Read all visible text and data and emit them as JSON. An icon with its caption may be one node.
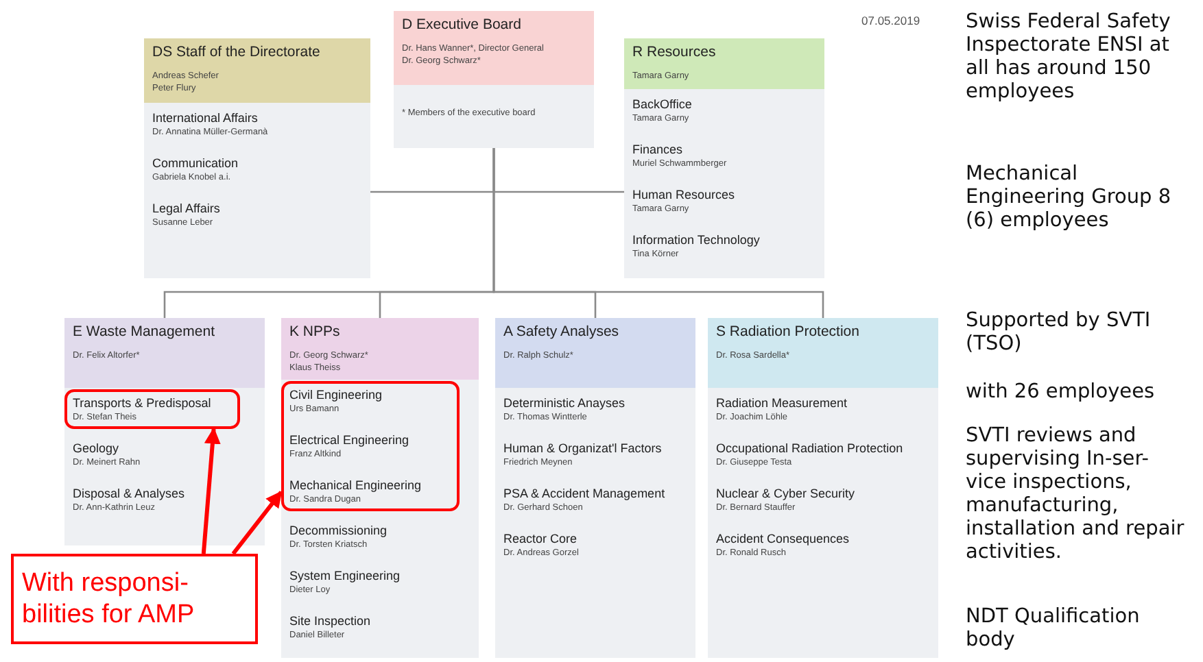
{
  "diagram": {
    "nodes": [
      {
        "text": [
          "D Executive Board",
          "Dr. Hans Wanner*, Director General",
          "Dr. Georg Schwarz*",
          "* Members of the executive board"
        ]
      },
      {
        "text": [
          "DS Staff of the Directorate",
          "Andreas Schefer",
          "Peter Flury",
          "International Affairs",
          "Dr. Annatina Müller-Germanà",
          "Communication",
          "Gabriela Knobel a.i.",
          "Legal Affairs",
          "Susanne Leber"
        ]
      },
      {
        "text": [
          "R Resources",
          "Tamara Garny",
          "BackOffice",
          "Tamara Garny",
          "Finances",
          "Muriel Schwammberger",
          "Human Resources",
          "Tamara Garny",
          "Information Technology",
          "Tina Körner"
        ]
      },
      {
        "text": [
          "E Waste Management",
          "Dr. Felix Altorfer*",
          "Geology",
          "Dr. Meinert Rahn",
          "Disposal & Analyses",
          "Dr. Ann-Kathrin Leuz"
        ]
      },
      {
        "text": [
          "Transports & Predisposal",
          "Dr. Stefan Theis"
        ],
        "in": 3
      },
      {
        "text": [
          "K NPPs",
          "Dr. Georg Schwarz*",
          "Klaus Theiss",
          "Decommissioning",
          "Dr. Torsten Kriatsch",
          "System Engineering",
          "Dieter Loy",
          "Site Inspection",
          "Daniel Billeter"
        ]
      },
      {
        "text": [
          "Civil Engineering",
          "Urs Bamann",
          "Electrical Engineering",
          "Franz Altkind",
          "Mechanical Engineering",
          "Dr. Sandra Dugan"
        ],
        "in": 5
      },
      {
        "text": [
          "A Safety Analyses",
          "Dr. Ralph Schulz*",
          "Deterministic Anayses",
          "Dr. Thomas Wintterle",
          "Human & Organizat'l Factors",
          "Friedrich Meynen",
          "PSA & Accident Management",
          "Dr. Gerhard Schoen",
          "Reactor Core",
          "Dr. Andreas Gorzel"
        ]
      },
      {
        "text": [
          "S Radiation Protection",
          "Dr. Rosa Sardella*",
          "Radiation Measurement",
          "Dr. Joachim Löhle",
          "Occupational Radiation Protection",
          "Dr. Giuseppe Testa",
          "Nuclear & Cyber Security",
          "Dr. Bernard Stauffer",
          "Accident Consequences",
          "Dr. Ronald Rusch"
        ]
      },
      {
        "text": [
          "With responsi- bilities for AMP"
        ]
      }
    ],
    "edges": [
      {
        "from": 0,
        "to": 1,
        "arrow": "none"
      },
      {
        "from": 0,
        "to": 2,
        "arrow": "none"
      },
      {
        "from": 0,
        "to": 3,
        "arrow": "none"
      },
      {
        "from": 0,
        "to": 5,
        "arrow": "none"
      },
      {
        "from": 0,
        "to": 7,
        "arrow": "none"
      },
      {
        "from": 0,
        "to": 8,
        "arrow": "none"
      },
      {
        "from": 9,
        "to": 4,
        "arrow": "to",
        "style": "thick",
        "color": "#ff0000"
      },
      {
        "from": 9,
        "to": 6,
        "arrow": "to",
        "style": "thick",
        "color": "#ff0000"
      }
    ],
    "labels": [
      "07.05.2019",
      "Swiss Federal Safety Inspectorate ENSI at all has around 150 employees",
      "Mechanical Engineering Group 8 (6) employees",
      "Supported by SVTI (TSO)",
      "with 26 employees",
      "SVTI reviews and supervising In-ser- vice inspections, manufacturing, installation and repair activities.",
      "NDT Qualification body"
    ]
  }
}
